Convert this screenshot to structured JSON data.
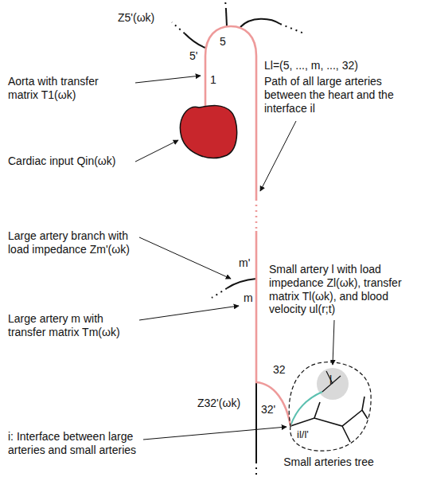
{
  "diagram": {
    "nodes": [
      {
        "text": [
          "Small arteries tree"
        ]
      }
    ],
    "labels": [
      "Z5'(ωk)",
      "5'",
      "5",
      "1",
      "Ll=(5, ..., m, ..., 32)",
      "Path of all large arteries between the heart and the interface il",
      "Aorta with transfer matrix T1(ωk)",
      "Cardiac input Qin(ωk)",
      "Large artery branch with load impedance Zm'(ωk)",
      "m'",
      "Small artery l with load impedance Zl(ωk), transfer matrix Tl(ωk), and blood velocity ul(r;t)",
      "m",
      "Large artery m with transfer matrix Tm(ωk)",
      "32",
      "Z32'(ωk)",
      "32'",
      "l",
      "il/l'",
      "i: Interface between large arteries and small arteries"
    ]
  }
}
